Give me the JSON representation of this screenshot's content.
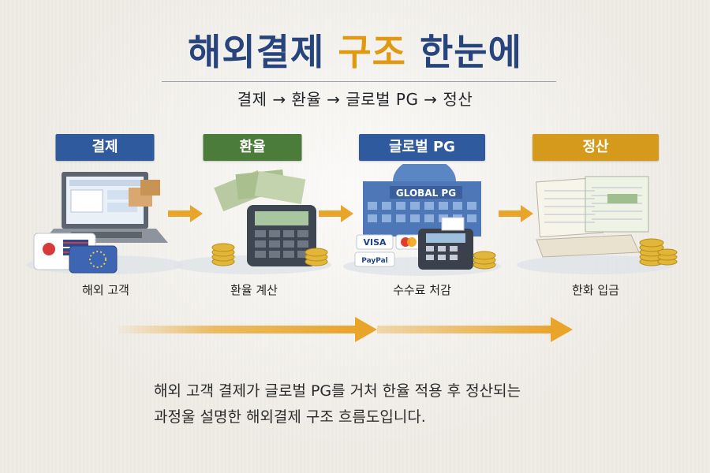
{
  "title": {
    "part1": "해외결제",
    "accent": "구조",
    "part2": "한눈에"
  },
  "subtitle": "결제 → 환율 → 글로벌 PG → 정산",
  "colors": {
    "title_blue": "#27457c",
    "accent_orange": "#e09a12",
    "stage_payment": "#2f5b9e",
    "stage_exchange": "#4b7c3a",
    "stage_pg": "#2f5b9e",
    "stage_settlement": "#d59a1c",
    "arrow": "#e9a42a"
  },
  "stages": [
    {
      "label": "결제",
      "caption": "해외 고객",
      "icon": "laptop-with-cards-icon"
    },
    {
      "label": "환율",
      "caption": "환율 계산",
      "icon": "calculator-with-banknotes-icon"
    },
    {
      "label": "글로벌 PG",
      "caption": "수수료 처감",
      "icon": "global-pg-building-icon"
    },
    {
      "label": "정산",
      "caption": "한화 입금",
      "icon": "ledger-with-coins-icon"
    }
  ],
  "art_text": {
    "building_sign": "GLOBAL PG",
    "visa": "VISA",
    "paypal": "PayPal"
  },
  "description": {
    "line1": "해외 고객 결제가 글로벌 PG를 거처 한율 적용 후 정산되는",
    "line2": "과정울 설명한 해외결제 구조 흐름도입니다."
  }
}
